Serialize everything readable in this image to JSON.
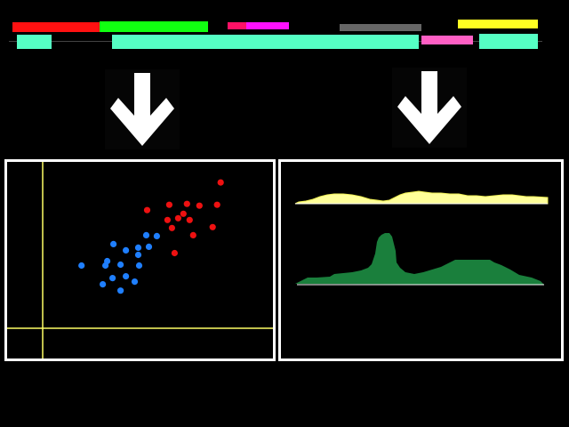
{
  "colors": {
    "background": "#000000",
    "panel_border": "#ffffff",
    "track_line": "#444444",
    "arrow": "#ffffff",
    "crosshair": "#ffff66",
    "series_a": "#ee1111",
    "series_b": "#1f7fff",
    "profile_top": "#ffff99",
    "profile_top_edge": "#eeee55",
    "profile_bottom": "#1a7f3c",
    "baseline": "#ffffff"
  },
  "top_strip": {
    "segments": [
      {
        "name": "red",
        "color": "#ff1111"
      },
      {
        "name": "green",
        "color": "#11ff11"
      },
      {
        "name": "crimson",
        "color": "#ff1166"
      },
      {
        "name": "magenta",
        "color": "#ff11ff"
      },
      {
        "name": "gray",
        "color": "#666666"
      },
      {
        "name": "yellow",
        "color": "#ffff22"
      },
      {
        "name": "aqua-left",
        "color": "#55ffc4"
      },
      {
        "name": "aqua-wide",
        "color": "#55ffc4"
      },
      {
        "name": "pink",
        "color": "#ff5fc4"
      },
      {
        "name": "aqua-right",
        "color": "#55ffc4"
      }
    ]
  },
  "arrows": [
    {
      "name": "left-arrow",
      "direction": "down"
    },
    {
      "name": "right-arrow",
      "direction": "down"
    }
  ],
  "scatter_panel": {
    "crosshair": {
      "vertical": true,
      "horizontal": true
    },
    "chart_data": {
      "type": "scatter",
      "title": "",
      "xlabel": "",
      "ylabel": "",
      "xlim": [
        0,
        300
      ],
      "ylim": [
        0,
        220
      ],
      "grid": false,
      "series": [
        {
          "color": "#ee1111",
          "points": [
            [
              241,
              197
            ],
            [
              158,
              166
            ],
            [
              183,
              172
            ],
            [
              203,
              173
            ],
            [
              217,
              171
            ],
            [
              237,
              172
            ],
            [
              199,
              162
            ],
            [
              181,
              155
            ],
            [
              193,
              157
            ],
            [
              206,
              155
            ],
            [
              232,
              147
            ],
            [
              186,
              146
            ],
            [
              210,
              138
            ],
            [
              189,
              118
            ]
          ]
        },
        {
          "color": "#1f7fff",
          "points": [
            [
              120,
              128
            ],
            [
              134,
              121
            ],
            [
              148,
              116
            ],
            [
              157,
              138
            ],
            [
              169,
              137
            ],
            [
              148,
              124
            ],
            [
              160,
              125
            ],
            [
              84,
              104
            ],
            [
              113,
              109
            ],
            [
              111,
              104
            ],
            [
              128,
              105
            ],
            [
              149,
              104
            ],
            [
              119,
              90
            ],
            [
              134,
              92
            ],
            [
              108,
              83
            ],
            [
              144,
              86
            ],
            [
              128,
              76
            ]
          ]
        }
      ]
    }
  },
  "profile_panel": {
    "top_profile": {
      "fill": "#ffff99",
      "edge": "#eeee55"
    },
    "bottom_profile": {
      "fill": "#1a7f3c"
    }
  }
}
